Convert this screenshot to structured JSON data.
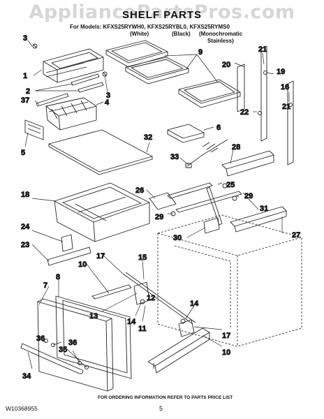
{
  "watermark": "AppliancePartsPros.com",
  "title": "SHELF PARTS",
  "models_line": "For Models: KFXS25RYWH0, KFXS25RYBL0, KFXS25RYMS0",
  "variants": [
    "(White)",
    "(Black)",
    "(Monochromatic",
    "Stainless)"
  ],
  "footer": {
    "note": "FOR ORDERING INFORMATION REFER TO PARTS PRICE LIST",
    "doc_number": "W10368955",
    "page": "5"
  },
  "callouts": [
    "1",
    "2",
    "3",
    "4",
    "5",
    "6",
    "7",
    "8",
    "9",
    "10",
    "11",
    "12",
    "13",
    "14",
    "15",
    "16",
    "17",
    "18",
    "19",
    "20",
    "21",
    "22",
    "23",
    "24",
    "25",
    "26",
    "27",
    "28",
    "29",
    "30",
    "31",
    "32",
    "33",
    "34",
    "35",
    "36",
    "37"
  ],
  "colors": {
    "line": "#222222",
    "watermark": "#d6d6d6"
  }
}
